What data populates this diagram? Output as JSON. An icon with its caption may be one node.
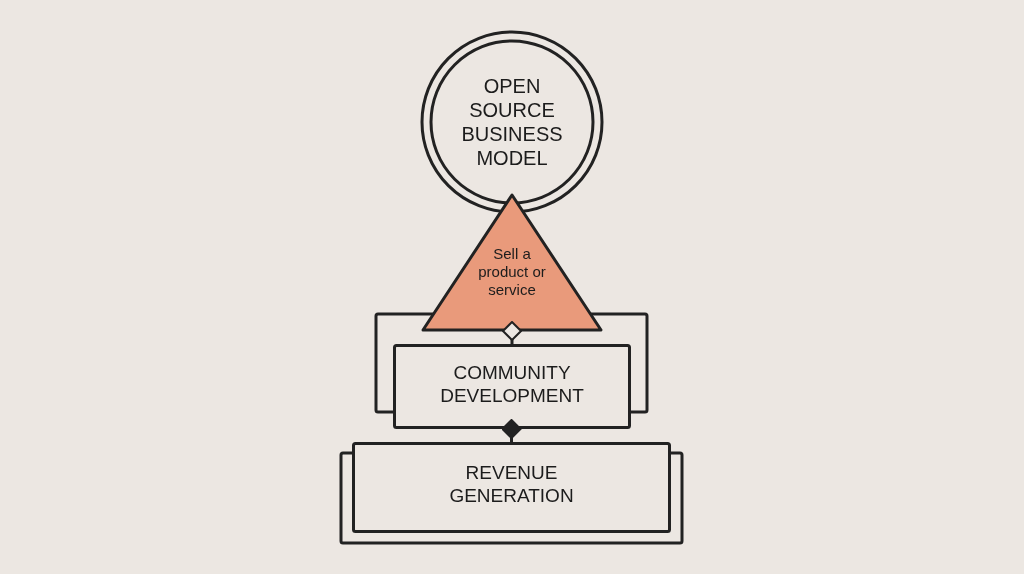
{
  "diagram": {
    "nodes": [
      {
        "text": [
          "OPEN SOURCE BUSINESS MODEL"
        ]
      },
      {
        "text": [
          "Sell a product or service"
        ]
      },
      {
        "text": [
          "COMMUNITY DEVELOPMENT"
        ]
      },
      {
        "text": [
          "REVENUE GENERATION"
        ]
      }
    ],
    "edges": [
      {
        "from": 1,
        "to": 2,
        "arrow": "other"
      },
      {
        "from": 2,
        "to": 3,
        "arrow": "other",
        "color": "#222222"
      }
    ]
  }
}
